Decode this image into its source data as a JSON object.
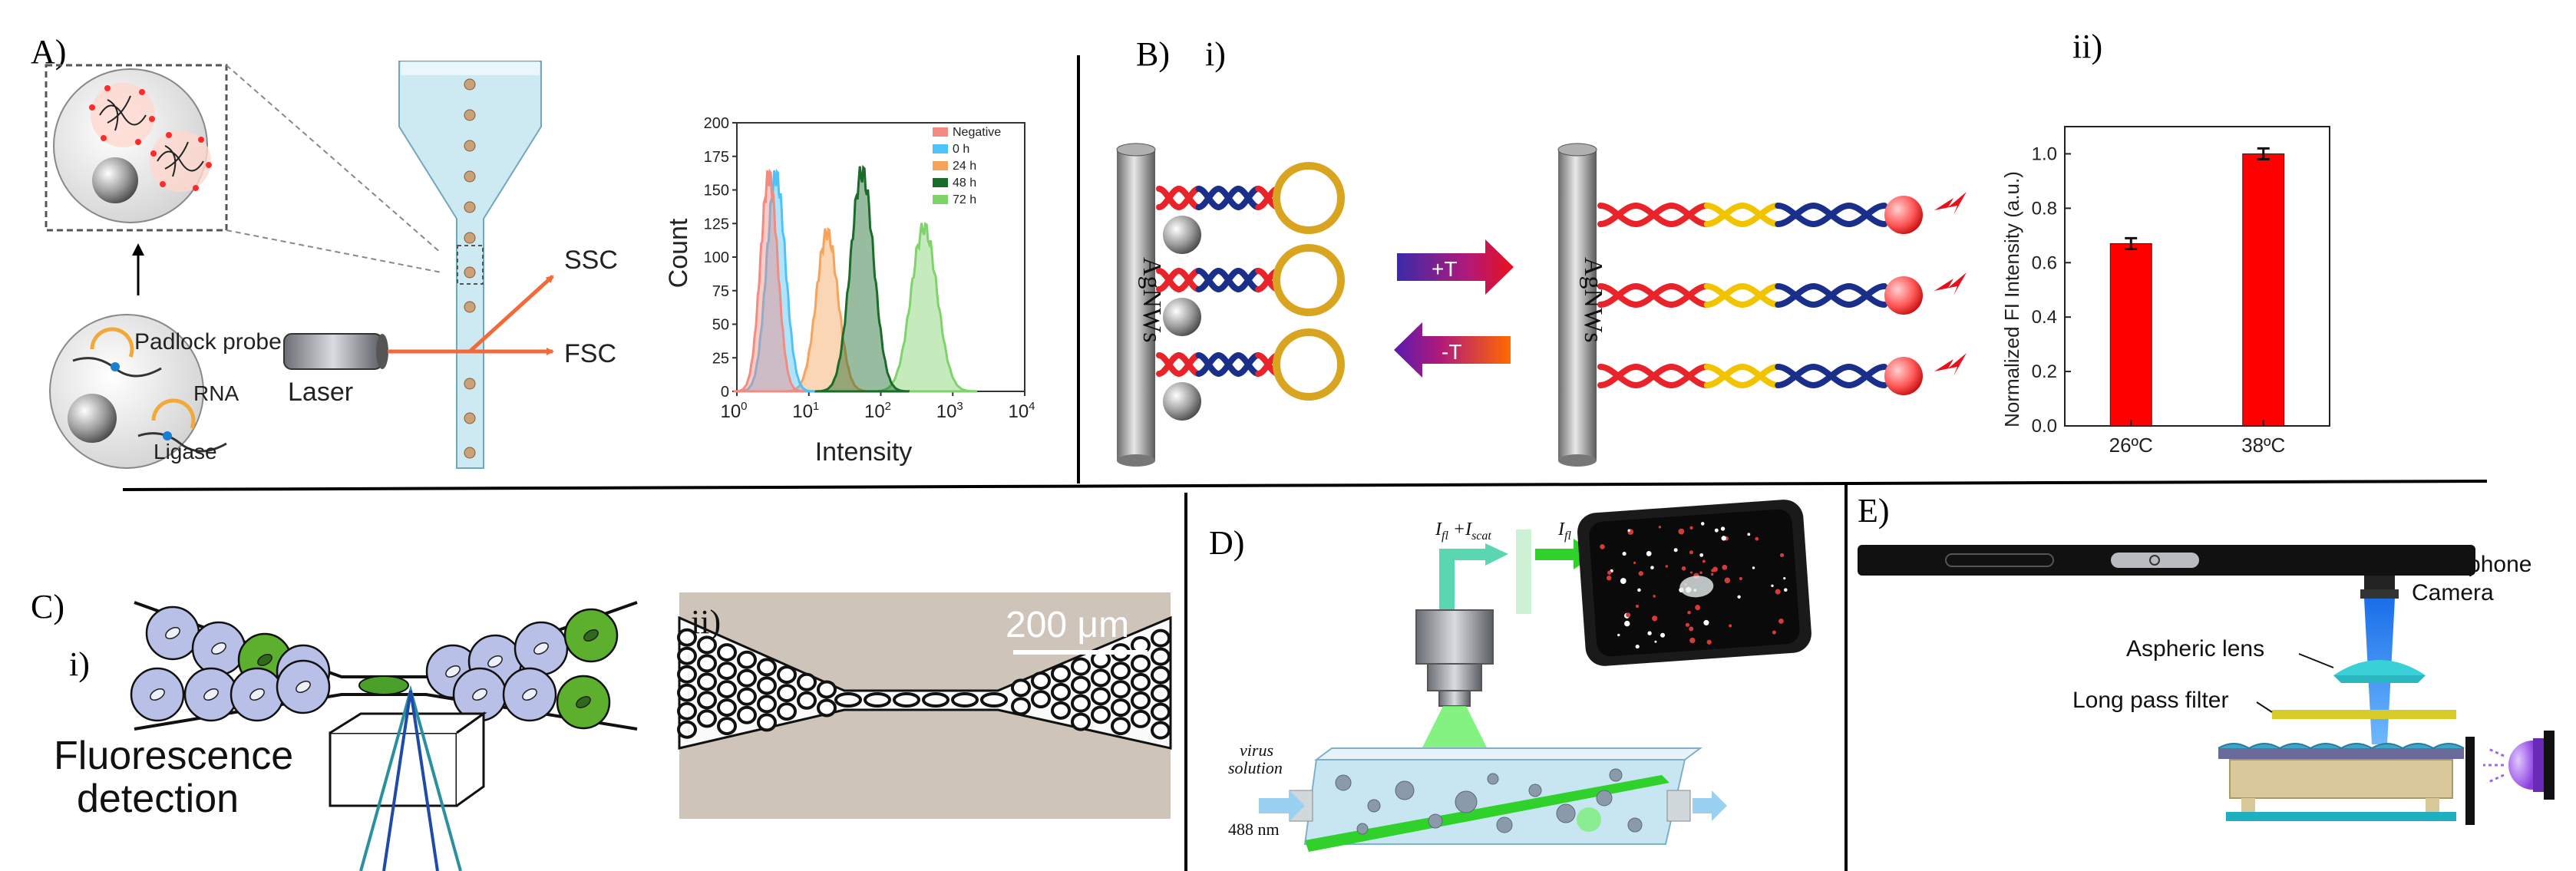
{
  "panels": {
    "A": {
      "label": "A)",
      "padlock_probe": "Padlock probe",
      "rna": "RNA",
      "ligase": "Ligase",
      "laser": "Laser",
      "ssc": "SSC",
      "fsc": "FSC"
    },
    "B": {
      "label": "B)",
      "sub_i": "i)",
      "sub_ii": "ii)",
      "agnws": "AgNWs",
      "plus_t": "+T",
      "minus_t": "-T"
    },
    "C": {
      "label": "C)",
      "sub_i": "i)",
      "sub_ii": "ii)",
      "fluor_line1": "Fluorescence",
      "fluor_line2": "detection",
      "scale_bar": "200 μm"
    },
    "D": {
      "label": "D)",
      "virus_line1": "virus",
      "virus_line2": "solution",
      "wavelength": "488 nm",
      "i_fl_scat": "I",
      "i_fl_scat_sub1": "fl",
      "i_fl_scat_plus": " +I",
      "i_fl_scat_sub2": "scat",
      "i_fl": "I",
      "i_fl_sub": "fl"
    },
    "E": {
      "label": "E)",
      "smartphone_line1": "Smartphone",
      "smartphone_line2": "Camera",
      "aspheric_lens": "Aspheric lens",
      "long_pass_filter": "Long pass filter"
    }
  },
  "colors": {
    "histogram": [
      "#f28b82",
      "#4fc3f7",
      "#f6a35c",
      "#1b6b2a",
      "#7fd36b"
    ],
    "bar_fill": "#ff0000",
    "dna_red": "#e8232a",
    "dna_blue": "#1a2f8a",
    "dna_yellow": "#f2c400",
    "loop_gold": "#d9a520"
  },
  "chart_data": [
    {
      "type": "area",
      "title": "",
      "xlabel": "Intensity",
      "ylabel": "Count",
      "x_scale": "log",
      "xlim": [
        1,
        10000
      ],
      "ylim": [
        0,
        200
      ],
      "x_ticks": [
        "10^0",
        "10^1",
        "10^2",
        "10^3",
        "10^4"
      ],
      "y_ticks": [
        "0",
        "25",
        "50",
        "75",
        "100",
        "125",
        "150",
        "175",
        "200"
      ],
      "legend_position": "top-right",
      "series": [
        {
          "name": "Negative",
          "peak_x": 2.8,
          "peak_count": 160
        },
        {
          "name": "0   h",
          "peak_x": 3.5,
          "peak_count": 160
        },
        {
          "name": "24 h",
          "peak_x": 18,
          "peak_count": 118
        },
        {
          "name": "48 h",
          "peak_x": 55,
          "peak_count": 163
        },
        {
          "name": "72 h",
          "peak_x": 400,
          "peak_count": 122
        }
      ]
    },
    {
      "type": "bar",
      "title": "",
      "xlabel": "",
      "ylabel": "Normalized FI Intensity (a.u.)",
      "categories": [
        "26ºC",
        "38ºC"
      ],
      "values": [
        0.67,
        1.0
      ],
      "errors": [
        0.02,
        0.02
      ],
      "ylim": [
        0,
        1.1
      ],
      "y_ticks": [
        "0.0",
        "0.2",
        "0.4",
        "0.6",
        "0.8",
        "1.0"
      ]
    }
  ]
}
